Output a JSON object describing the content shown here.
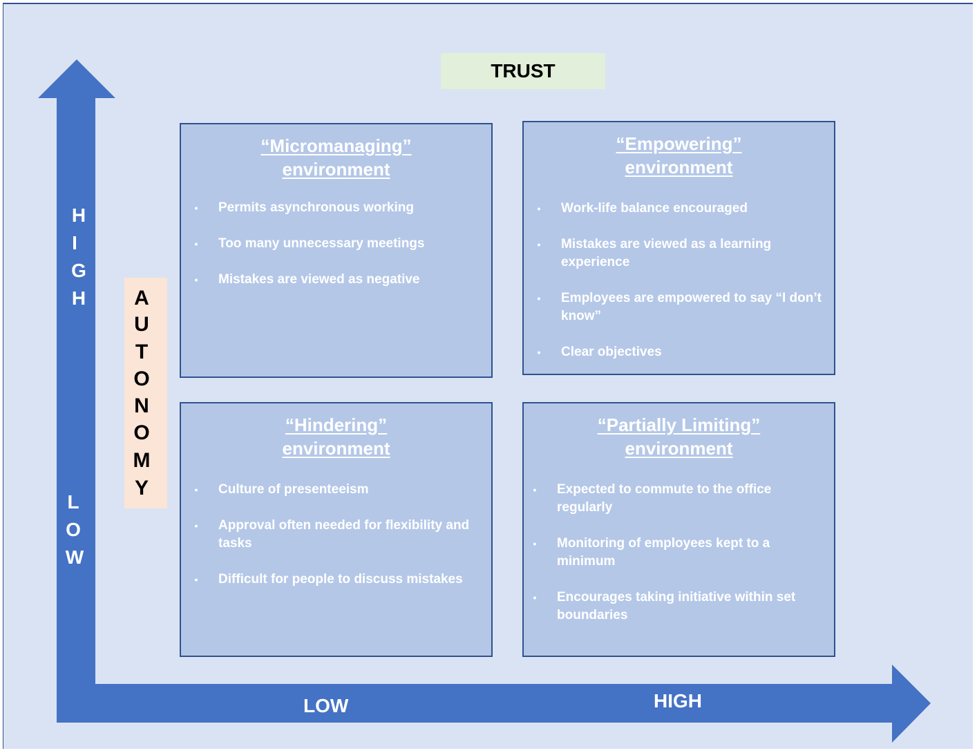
{
  "trust_label": "TRUST",
  "autonomy_label": [
    "A",
    "U",
    "T",
    "O",
    "N",
    "O",
    "M",
    "Y"
  ],
  "y_axis": {
    "high": [
      "H",
      "I",
      "G",
      "H"
    ],
    "low": [
      "L",
      "O",
      "W"
    ]
  },
  "x_axis": {
    "low": "LOW",
    "high": "HIGH"
  },
  "colors": {
    "background": "#dae3f3",
    "arrow": "#4472c4",
    "quadrant_fill": "#b4c7e7",
    "quadrant_border": "#2f528f",
    "trust_fill": "#e2efda",
    "autonomy_fill": "#fbe5d6"
  },
  "quadrants": {
    "micromanaging": {
      "title_line1": "“Micromanaging”",
      "title_line2": "environment",
      "items": [
        "Permits asynchronous working",
        "Too many unnecessary meetings",
        "Mistakes are viewed as negative"
      ]
    },
    "empowering": {
      "title_line1": "“Empowering”",
      "title_line2": "environment",
      "items": [
        "Work-life balance encouraged",
        "Mistakes are viewed as a learning experience",
        "Employees are empowered to say “I don’t know”",
        "Clear objectives"
      ]
    },
    "hindering": {
      "title_line1": "“Hindering”",
      "title_line2": "environment",
      "items": [
        "Culture of presenteeism",
        "Approval often needed for flexibility and tasks",
        "Difficult for people to discuss mistakes"
      ]
    },
    "partially_limiting": {
      "title_line1": "“Partially Limiting”",
      "title_line2": "environment",
      "items": [
        "Expected to commute to the office regularly",
        "Monitoring of employees kept to a minimum",
        "Encourages taking initiative within set boundaries"
      ]
    }
  }
}
